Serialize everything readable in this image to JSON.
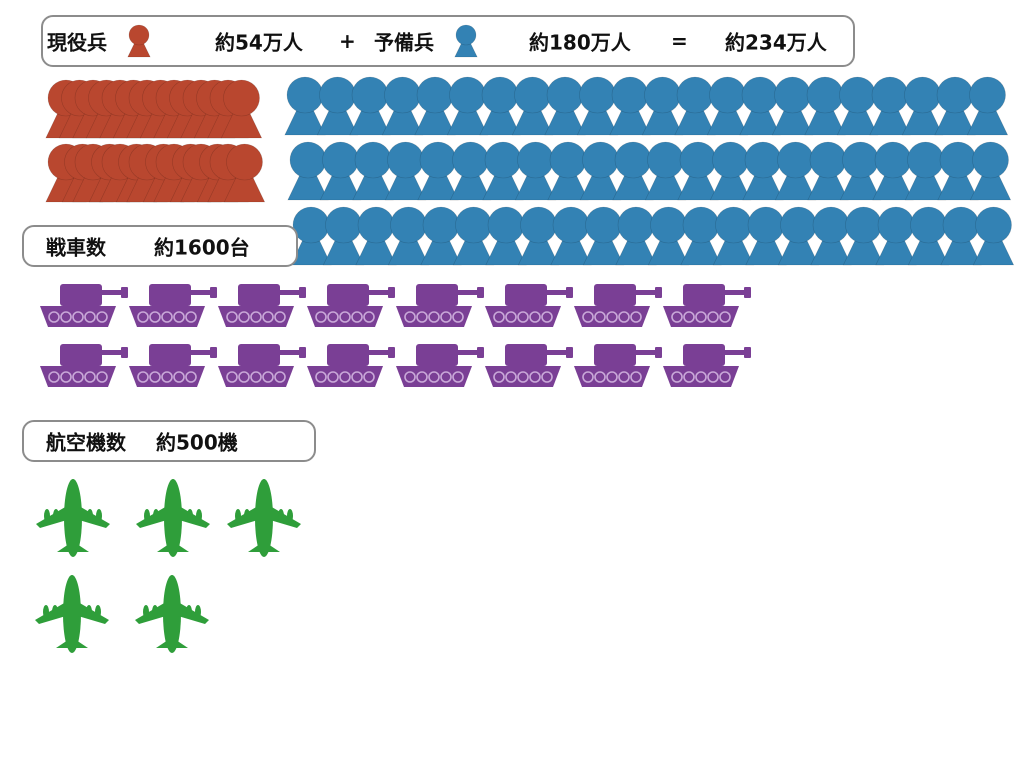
{
  "colors": {
    "active": "#b9472f",
    "reserve": "#3382b4",
    "tank": "#7a3f95",
    "aircraft": "#2f9e3a",
    "box_border": "#8c8c8c"
  },
  "personnel": {
    "active_label": "現役兵",
    "active_value": "約54万人",
    "plus": "+",
    "reserve_label": "予備兵",
    "reserve_value": "約180万人",
    "equals": "=",
    "total_value": "約234万人"
  },
  "tanks": {
    "label": "戦車数",
    "value": "約1600台"
  },
  "aircraft": {
    "label": "航空機数",
    "value": "約500機"
  },
  "chart_data": {
    "type": "pictogram",
    "series": [
      {
        "name": "現役兵",
        "value_text": "約54万人",
        "icon": "person-icon",
        "icons_shown": 28,
        "rows": 2
      },
      {
        "name": "予備兵",
        "value_text": "約180万人",
        "icon": "person-icon",
        "icons_shown": 66,
        "rows": 3
      },
      {
        "name": "戦車数",
        "value_text": "約1600台",
        "icon": "tank-icon",
        "icons_shown": 16,
        "rows": 2
      },
      {
        "name": "航空機数",
        "value_text": "約500機",
        "icon": "plane-icon",
        "icons_shown": 5,
        "rows": 2
      }
    ]
  }
}
